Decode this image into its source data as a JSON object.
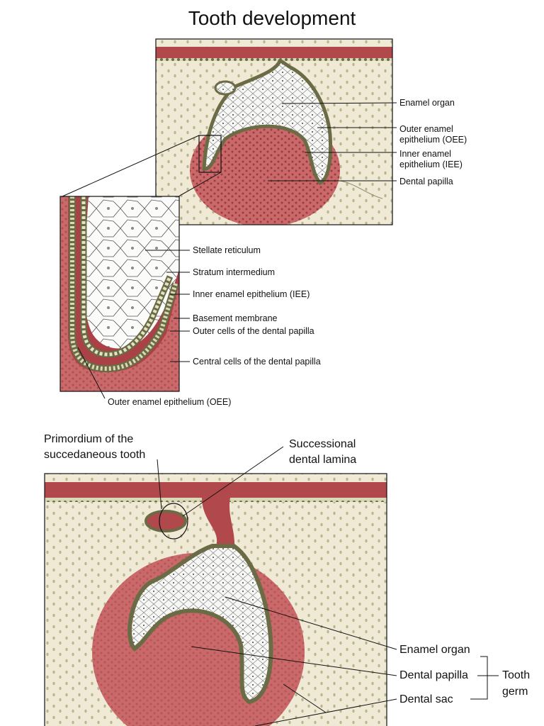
{
  "title": "Tooth development",
  "top_figure_labels": {
    "enamel_organ": "Enamel organ",
    "outer_enamel_epithelium": [
      "Outer enamel",
      "epithelium (OEE)"
    ],
    "inner_enamel_epithelium": [
      "Inner enamel",
      "epithelium (IEE)"
    ],
    "dental_papilla": "Dental papilla"
  },
  "inset_labels": {
    "stellate_reticulum": "Stellate reticulum",
    "stratum_intermedium": "Stratum intermedium",
    "inner_enamel_epithelium": "Inner enamel epithelium (IEE)",
    "basement_membrane": "Basement membrane",
    "outer_cells_dental_papilla": "Outer cells of the dental papilla",
    "central_cells_dental_papilla": "Central cells of the dental papilla",
    "outer_enamel_epithelium": "Outer enamel epithelium (OEE)"
  },
  "bottom_figure_labels": {
    "primordium": [
      "Primordium of the",
      "succedaneous tooth"
    ],
    "successional_lamina": [
      "Successional",
      "dental lamina"
    ],
    "enamel_organ": "Enamel organ",
    "dental_papilla": "Dental papilla",
    "dental_sac": "Dental sac",
    "tooth_germ": [
      "Tooth",
      "germ"
    ]
  },
  "colors": {
    "connective_tissue": "#efe9d6",
    "epithelium_red": "#b0484c",
    "papilla": "#c9696a",
    "stellate": "#f5f5f3",
    "line": "#111111"
  }
}
